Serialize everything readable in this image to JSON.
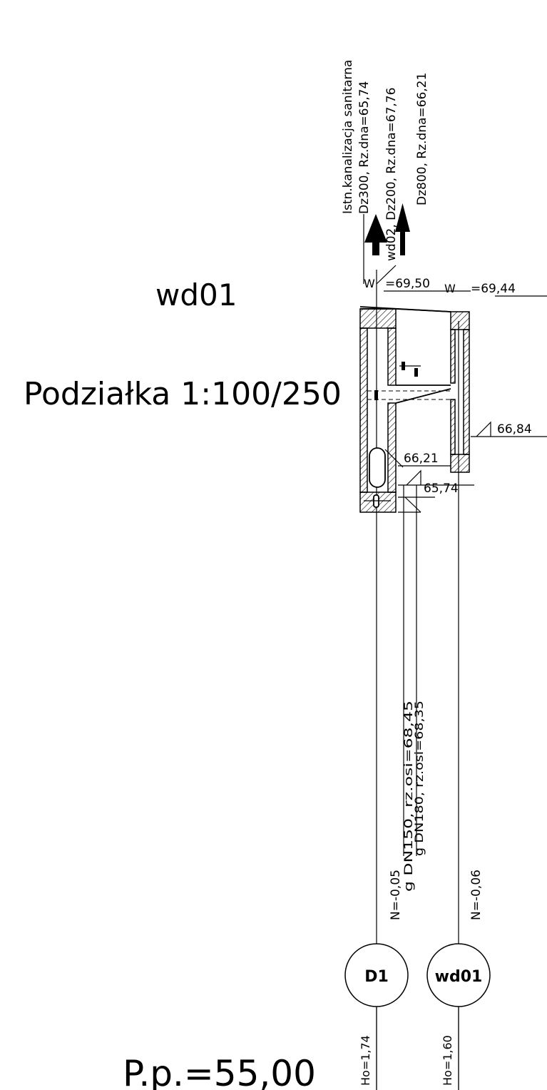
{
  "sheet": {
    "object_name": "wd01",
    "scale_label": "Podziałka 1:100/250",
    "reference_level": "P.p.=55,00"
  },
  "sewer": {
    "line1": "Istn.kanalizacja sanitarna",
    "line2": "Dz300, Rz.dna=65,74",
    "line3": "wd02, Dz200, Rz.dna=67,76",
    "line4": "Dz800, Rz.dna=66,21"
  },
  "levels": {
    "w_left_symbol": "W",
    "w_left_value": "=69,50",
    "w_right_symbol": "W",
    "w_right_value": "=69,44",
    "level_6684": "66,84",
    "level_6621": "66,21",
    "level_6574": "65,74"
  },
  "pipes": {
    "pipe1": "g DN150, rz.osi=68,45",
    "pipe2": "g DN180, rz.osi=68,35"
  },
  "nodes": [
    {
      "id": "D1",
      "n_label": "N=-0,05",
      "ho_label": "Ho=1,74"
    },
    {
      "id": "wd01",
      "n_label": "N=-0,06",
      "ho_label": "Ho=1,60"
    }
  ]
}
